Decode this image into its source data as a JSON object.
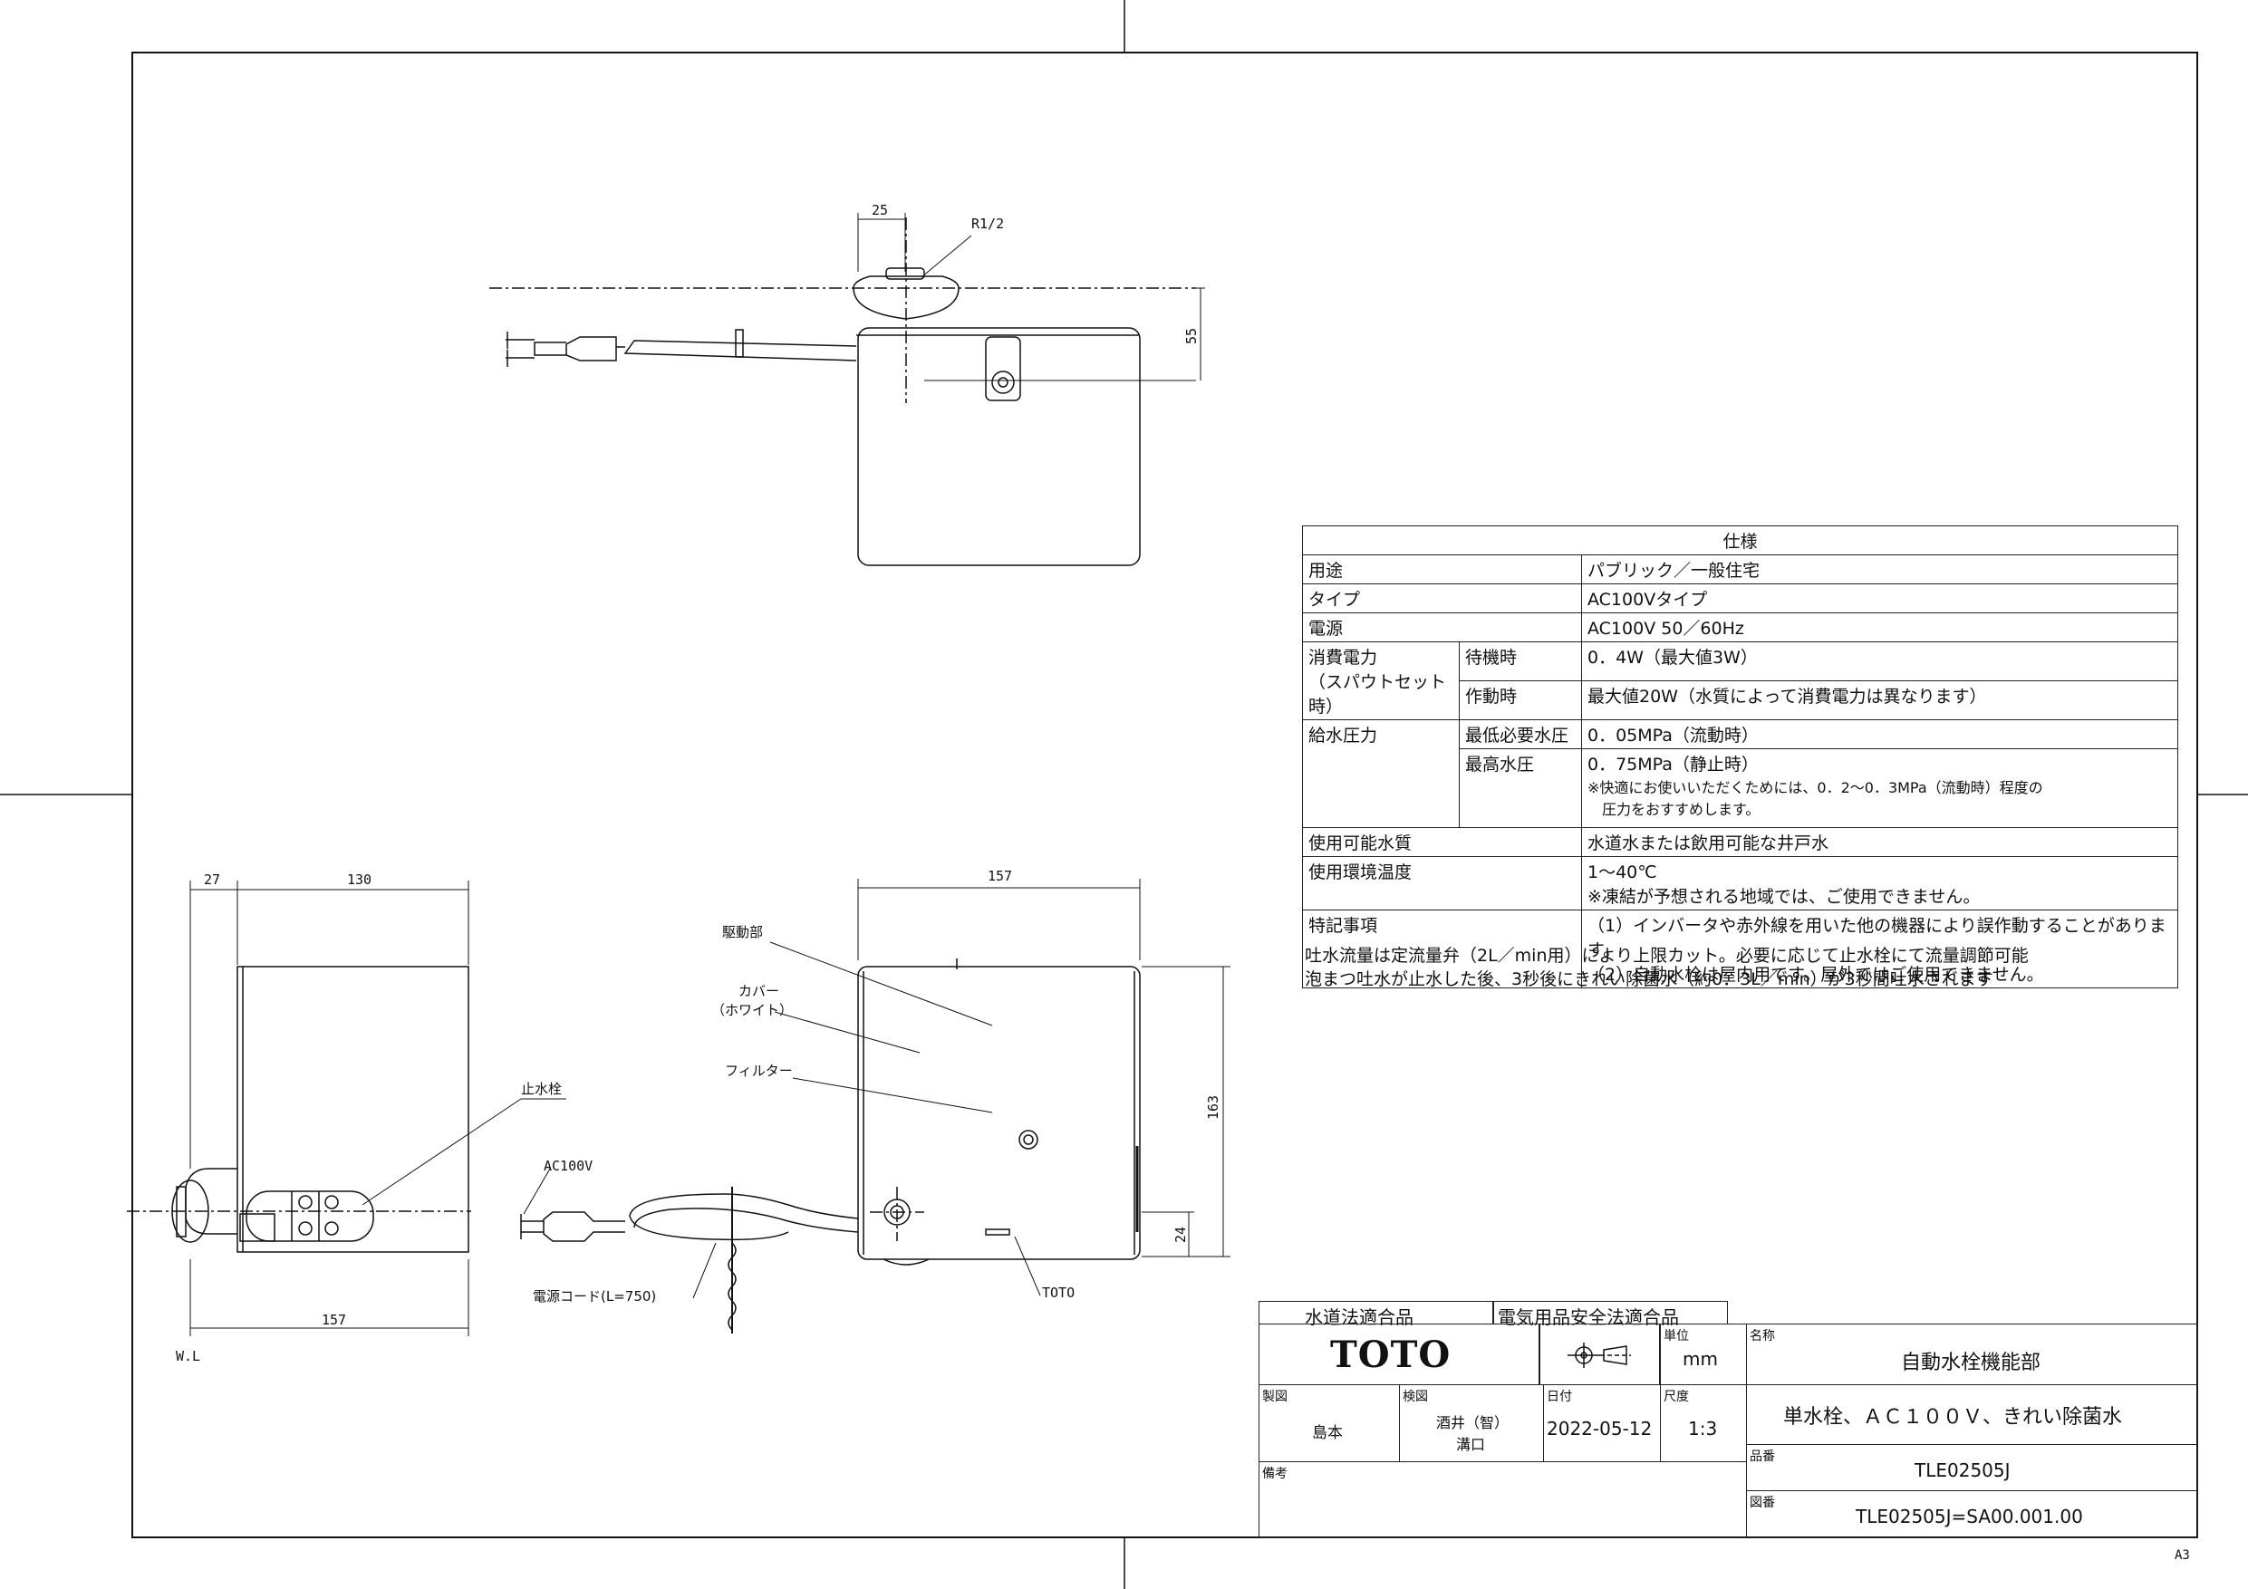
{
  "top_view": {
    "dim_width": "25",
    "dim_height": "55",
    "thread": "R1/2"
  },
  "side_view": {
    "dim_offset": "27",
    "dim_depth": "130",
    "dim_total": "157",
    "valve_label": "止水栓",
    "water_level": "W.L"
  },
  "front_view": {
    "dim_width": "157",
    "dim_height": "163",
    "dim_bottom": "24",
    "drive_label": "駆動部",
    "cover_label": "カバー",
    "cover_sub": "（ホワイト）",
    "filter_label": "フィルター",
    "power_label": "AC100V",
    "cord_label": "電源コード(L=750)",
    "brand_label": "TOTO"
  },
  "spec": {
    "title": "仕様",
    "rows": {
      "use_k": "用途",
      "use_v": "パブリック／一般住宅",
      "type_k": "タイプ",
      "type_v": "AC100Vタイプ",
      "power_k": "電源",
      "power_v": "AC100V 50／60Hz",
      "cons_k1": "消費電力",
      "cons_k2": "（スパウトセット時）",
      "standby_k": "待機時",
      "standby_v": "0．4W（最大値3W）",
      "active_k": "作動時",
      "active_v": "最大値20W（水質によって消費電力は異なります）",
      "press_k": "給水圧力",
      "min_k": "最低必要水圧",
      "min_v": "0．05MPa（流動時）",
      "max_k": "最高水圧",
      "max_v": "0．75MPa（静止時）",
      "max_note1": "※快適にお使いいただくためには、0．2～0．3MPa（流動時）程度の",
      "max_note2": "　圧力をおすすめします。",
      "quality_k": "使用可能水質",
      "quality_v": "水道水または飲用可能な井戸水",
      "temp_k": "使用環境温度",
      "temp_v1": "1～40℃",
      "temp_v2": "※凍結が予想される地域では、ご使用できません。",
      "special_k": "特記事項",
      "special_v1": "（1）インバータや赤外線を用いた他の機器により誤作動することがあります。",
      "special_v2": "（2）自動水栓は屋内用です。屋外ではご使用できません。"
    }
  },
  "notes": {
    "line1": "吐水流量は定流量弁（2L／min用）により上限カット。必要に応じて止水栓にて流量調節可能",
    "line2": "泡まつ吐水が止水した後、3秒後にきれい除菌水（約0．3L／min）が3秒間吐水されます"
  },
  "title_block": {
    "cert1": "水道法適合品",
    "cert2": "電気用品安全法適合品",
    "logo": "TOTO",
    "unit_label": "単位",
    "unit_value": "mm",
    "name_label": "名称",
    "name_value1": "自動水栓機能部",
    "name_value2": "単水栓、ＡＣ１００Ｖ、きれい除菌水",
    "drawn_label": "製図",
    "drawn_value": "島本",
    "checked_label": "検図",
    "checked_value1": "酒井（智）",
    "checked_value2": "溝口",
    "date_label": "日付",
    "date_value": "2022-05-12",
    "scale_label": "尺度",
    "scale_value": "1:3",
    "part_label": "品番",
    "part_value": "TLE02505J",
    "remarks_label": "備考",
    "drawing_label": "図番",
    "drawing_value": "TLE02505J=SA00.001.00"
  },
  "sheet_size": "A3"
}
